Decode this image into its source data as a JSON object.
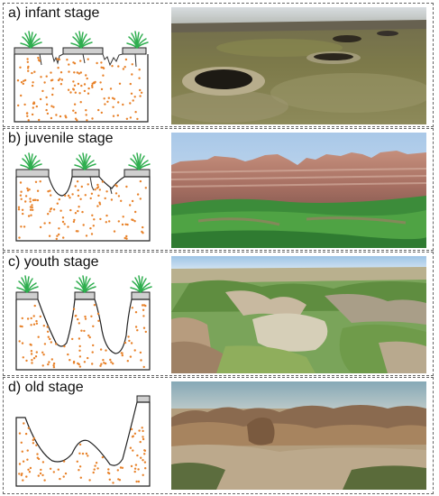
{
  "panels": [
    {
      "label": "a) infant stage"
    },
    {
      "label": "b) juvenile stage"
    },
    {
      "label": "c) youth stage"
    },
    {
      "label": "d) old stage"
    }
  ],
  "colors": {
    "soil_dot": "#e8822a",
    "grass": "#2fae4f",
    "cap": "#cfcfcf",
    "outline": "#222222"
  }
}
